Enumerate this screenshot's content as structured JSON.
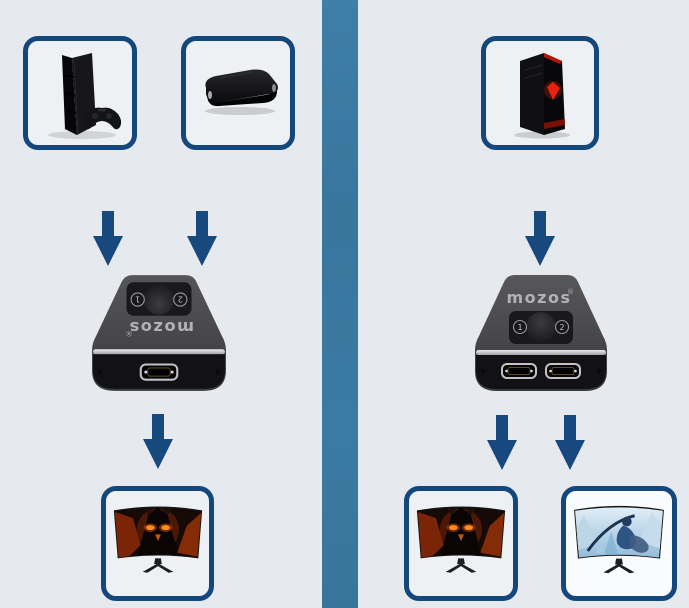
{
  "diagram": {
    "title_semantic": "MOZOS bi-directional HDMI switch usage diagram",
    "left_column": {
      "inputs": [
        "ps4-game-console",
        "tv-box"
      ],
      "switch_mode": "2-inputs-to-1-output",
      "switch_orientation": "rotated-180",
      "outputs": [
        "curved-monitor-red-art"
      ]
    },
    "right_column": {
      "inputs": [
        "gaming-pc-tower"
      ],
      "switch_mode": "1-input-to-2-outputs",
      "outputs": [
        "curved-monitor-red-art",
        "curved-monitor-blue-art"
      ]
    }
  },
  "brand": {
    "logo": "mozos",
    "reg": "®"
  },
  "switch_left": {
    "button_left": "2",
    "button_right": "1",
    "hdmi_ports_front": 1
  },
  "switch_right": {
    "button_left": "1",
    "button_right": "2",
    "hdmi_ports_front": 2
  },
  "colors": {
    "background": "#e6e9ed",
    "divider": "#3a79a1",
    "frame_border": "#14477c",
    "arrow": "#17497e",
    "switch_body": "#47474a",
    "switch_rim": "#c9cbcd"
  }
}
